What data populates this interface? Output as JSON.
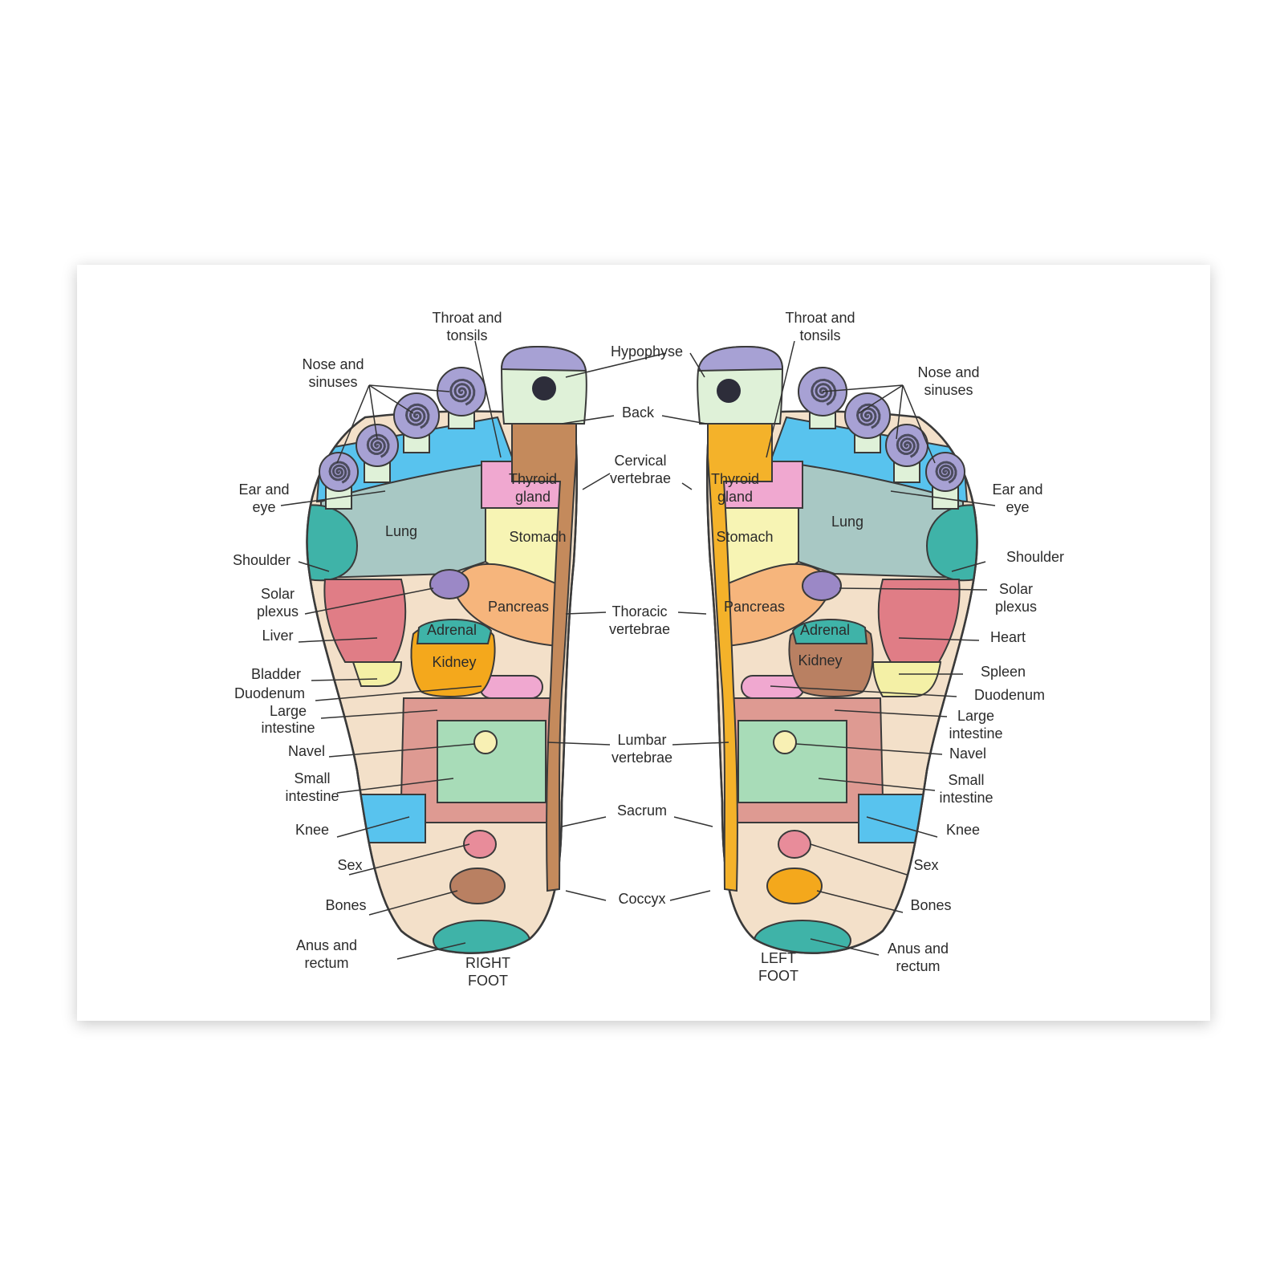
{
  "colors": {
    "skin": "#f3e0c9",
    "toe_tip": "#a7a1d4",
    "toe_base": "#dff1d8",
    "blue": "#58c3ee",
    "lung": "#a8c8c4",
    "shoulder": "#3fb3a8",
    "liver": "#e07d86",
    "bladder": "#f4f0a6",
    "thyroid": "#f0a8d0",
    "stomach": "#f7f4b4",
    "pancreas": "#f6b57c",
    "adrenal": "#3fb3a8",
    "kidney_right": "#f4a81c",
    "kidney_left": "#b98062",
    "duodenum": "#f0a8d0",
    "large_intestine": "#de9a92",
    "small_intestine": "#a8dcb8",
    "navel": "#f8f0b4",
    "knee": "#58c3ee",
    "sex": "#e88c9a",
    "bones_right": "#b98062",
    "bones_left": "#f4a81c",
    "anus": "#3fb3a8",
    "spine_right": "#c48a5c",
    "spine_left": "#f4b22a",
    "solar": "#9b88c6",
    "spiral": "#4c4c5e"
  },
  "labels": {
    "throat_and_tonsils": [
      "Throat and",
      "tonsils"
    ],
    "nose_and_sinuses": [
      "Nose and",
      "sinuses"
    ],
    "hypophyse": "Hypophyse",
    "back": "Back",
    "cervical_vertebrae": [
      "Cervical",
      "vertebrae"
    ],
    "ear_and_eye": [
      "Ear and",
      "eye"
    ],
    "shoulder": "Shoulder",
    "solar_plexus": [
      "Solar",
      "plexus"
    ],
    "thoracic_vertebrae": [
      "Thoracic",
      "vertebrae"
    ],
    "liver": "Liver",
    "heart": "Heart",
    "bladder": "Bladder",
    "spleen": "Spleen",
    "duodenum": "Duodenum",
    "large_intestine": [
      "Large",
      "intestine"
    ],
    "navel": "Navel",
    "lumbar_vertebrae": [
      "Lumbar",
      "vertebrae"
    ],
    "small_intestine": [
      "Small",
      "intestine"
    ],
    "knee": "Knee",
    "sacrum": "Sacrum",
    "sex": "Sex",
    "bones": "Bones",
    "coccyx": "Coccyx",
    "anus_and_rectum": [
      "Anus and",
      "rectum"
    ],
    "right_foot": [
      "RIGHT",
      "FOOT"
    ],
    "left_foot": [
      "LEFT",
      "FOOT"
    ]
  },
  "zones": {
    "lung": "Lung",
    "thyroid_gland": [
      "Thyroid",
      "gland"
    ],
    "stomach": "Stomach",
    "pancreas": "Pancreas",
    "adrenal": "Adrenal",
    "kidney": "Kidney"
  }
}
